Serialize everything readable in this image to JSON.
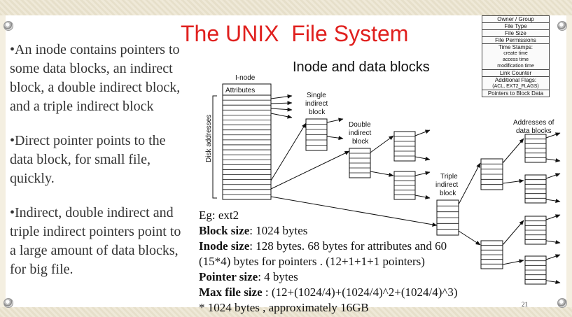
{
  "slide": {
    "title": "The UNIX  File System",
    "subtitle": "Inode and data blocks",
    "page_number": "21"
  },
  "bullets": [
    "•An inode contains pointers to some data blocks, an indirect block, a double indirect block, and a triple indirect block",
    "•Direct pointer points to the data block, for small file, quickly.",
    "•Indirect, double indirect and triple indirect pointers point to a large amount of data blocks, for big file."
  ],
  "example": {
    "heading": "Eg: ext2",
    "block_size_label": "Block size",
    "block_size_value": ": 1024 bytes",
    "inode_size_label": "Inode size",
    "inode_size_value_1": ": 128 bytes. 68 bytes for attributes and 60",
    "inode_size_value_2": "(15*4) bytes for pointers . (12+1+1+1 pointers)",
    "pointer_size_label": "Pointer size",
    "pointer_size_value": ": 4 bytes",
    "max_size_label": "Max file size",
    "max_size_value": " : (12+(1024/4)+(1024/4)^2+(1024/4)^3)",
    "max_size_note": "* 1024 bytes , approximately 16GB"
  },
  "legend": {
    "owner_group": "Owner / Group",
    "file_type": "File Type",
    "file_size": "File Size",
    "file_permissions": "File Permissions",
    "time_stamps": "Time Stamps:",
    "create_time": "create time",
    "access_time": "access time",
    "modification_time": "modification time",
    "link_counter": "Link Counter",
    "additional_flags": "Additional Flags:",
    "flags_values": "(ACL, EXT2_FLAGS)",
    "pointers": "Pointers to Block Data"
  },
  "diagram": {
    "inode_label": "I-node",
    "attributes_label": "Attributes",
    "disk_addresses_label": "Disk addresses",
    "single_label": [
      "Single",
      "indirect",
      "block"
    ],
    "double_label": [
      "Double",
      "indirect",
      "block"
    ],
    "triple_label": [
      "Triple",
      "indirect",
      "block"
    ],
    "addresses_label": [
      "Addresses of",
      "data blocks"
    ]
  },
  "colors": {
    "title": "#e0201e",
    "text": "#333333",
    "border": "#e6dfca"
  }
}
